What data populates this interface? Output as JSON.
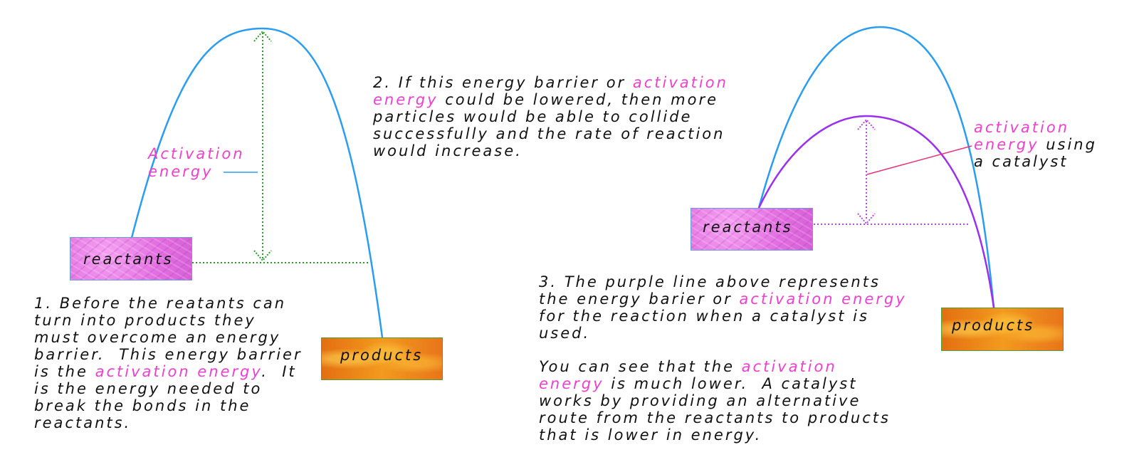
{
  "left_diagram": {
    "reactants_label": "reactants",
    "products_label": "products",
    "activation_label_line1": "Activation",
    "activation_label_line2": "energy"
  },
  "right_diagram": {
    "reactants_label": "reactants",
    "products_label": "products",
    "catalyst_label": {
      "line1_pink": "activation",
      "line2_pink": "energy",
      "line2_rest": " using",
      "line3": "a catalyst"
    }
  },
  "text_blocks": {
    "block1": {
      "l1": "1. Before the reatants can",
      "l2": "turn into products they",
      "l3": "must overcome an energy",
      "l4": "barrier.  This energy barrier",
      "l5_pre": "is the ",
      "l5_pink": "activation energy",
      "l5_post": ".  It",
      "l6": "is the energy needed to",
      "l7": "break the bonds in the",
      "l8": "reactants."
    },
    "block2": {
      "l1_pre": "2. If this energy barrier or ",
      "l1_pink": "activation",
      "l2_pink": "energy",
      "l2_post": " could be lowered, then more",
      "l3": "particles would be able to collide",
      "l4": "successfully and the rate of reaction",
      "l5": "would increase."
    },
    "block3": {
      "l1": "3. The purple line above represents",
      "l2_pre": "the energy barier or ",
      "l2_pink": "activation energy",
      "l3": "for the reaction when a catalyst is",
      "l4": "used."
    },
    "block4": {
      "l1_pre": "You can see that the ",
      "l1_pink": "activation",
      "l2_pink": "energy",
      "l2_post": " is much lower.  A catalyst",
      "l3": "works by providing an alternative",
      "l4": "route from the reactants to products",
      "l5": "that is lower in energy."
    }
  },
  "colors": {
    "uncatalysed_curve": "#2a9df0",
    "catalysed_curve": "#9b2ff0",
    "activation_arrow": "#2a9a2a",
    "catalysed_arrow": "#b845e8",
    "leader_line_left": "#2a9df0",
    "leader_line_right": "#e8337a",
    "highlight_text": "#ee3fcf"
  }
}
